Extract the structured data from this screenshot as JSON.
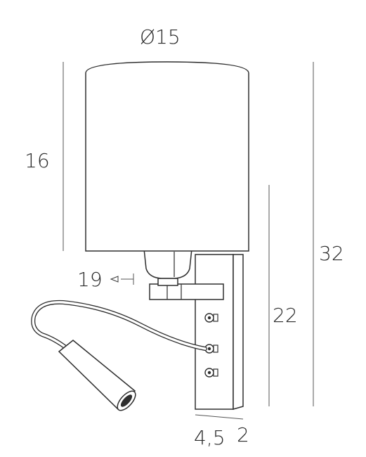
{
  "labels": {
    "diameter": "Ø15",
    "shade_height": "16",
    "total_height": "32",
    "plate_height": "22",
    "offset": "19",
    "depth_a": "4,5",
    "depth_b": "2"
  }
}
